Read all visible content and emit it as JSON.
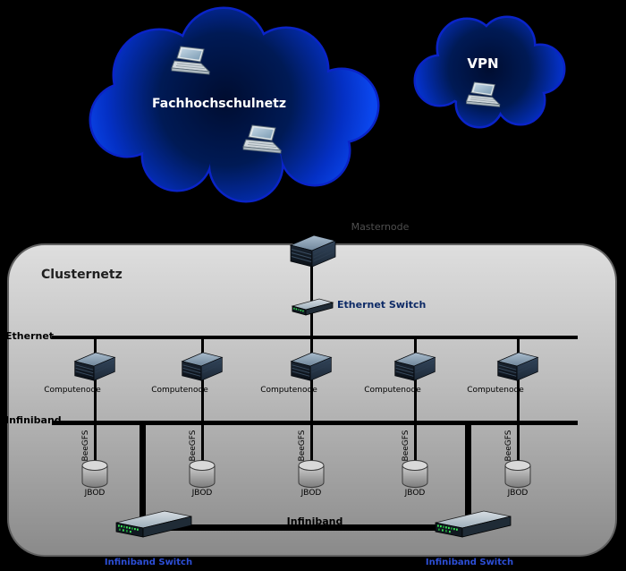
{
  "clouds": {
    "fachhochschulnetz": {
      "label": "Fachhochschulnetz"
    },
    "vpn": {
      "label": "VPN"
    }
  },
  "cluster": {
    "title": "Clusternetz",
    "masternode": {
      "label": "Masternode"
    },
    "ethernet_switch": {
      "label": "Ethernet Switch"
    },
    "ethernet_bus": {
      "label": "Ethernet"
    },
    "infiniband_bus": {
      "label": "Infiniband"
    },
    "nodes": [
      {
        "label": "Computenode",
        "storage": "BeeGFS",
        "jbod": "JBOD"
      },
      {
        "label": "Computenode",
        "storage": "BeeGFS",
        "jbod": "JBOD"
      },
      {
        "label": "Computenode",
        "storage": "BeeGFS",
        "jbod": "JBOD"
      },
      {
        "label": "Computenode",
        "storage": "BeeGFS",
        "jbod": "JBOD"
      },
      {
        "label": "Computenode",
        "storage": "BeeGFS",
        "jbod": "JBOD"
      }
    ],
    "bottom_link": {
      "label": "Infiniband"
    },
    "infiniband_switches": [
      {
        "label": "Infiniband Switch"
      },
      {
        "label": "Infiniband Switch"
      }
    ]
  },
  "colors": {
    "background": "#000000",
    "cloud_edge_blue": "#0b47ee",
    "cloud_center_navy": "#000d30",
    "cloud_outline": "#0a24c8",
    "cluster_gray_top": "#dedede",
    "cluster_gray_bottom": "#8a8a8a",
    "ethernet_switch_label_blue": "#0d2a66",
    "infiniband_switch_label_blue": "#2d4fd6",
    "led_green": "#38e455"
  }
}
